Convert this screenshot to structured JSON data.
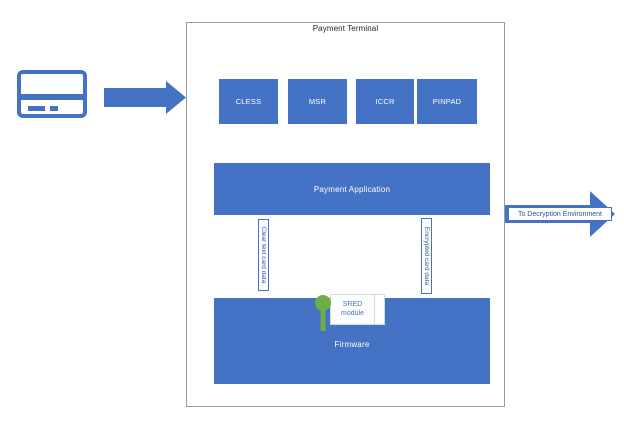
{
  "diagram": {
    "title": "Payment Terminal",
    "card": {
      "icon": "credit-card-icon",
      "alt": ""
    },
    "input_devices": [
      {
        "label": "CLESS"
      },
      {
        "label": "MSR"
      },
      {
        "label": "ICCR"
      },
      {
        "label": "PINPAD"
      }
    ],
    "payment_application": {
      "label": "Payment Application"
    },
    "firmware": {
      "label": "Firmware"
    },
    "sred": {
      "line1": "SRED",
      "line2": "module",
      "key_icon": "key-icon"
    },
    "flows": {
      "down_label": "Clear text card data",
      "up_label": "Encrypted card data",
      "out_label": "To Decryption Environment"
    },
    "colors": {
      "accent_blue": "#4472C4",
      "dark_blue": "#2F5597",
      "key_green": "#70AD47",
      "frame_gray": "#9a9a9a",
      "background": "#ffffff"
    }
  }
}
